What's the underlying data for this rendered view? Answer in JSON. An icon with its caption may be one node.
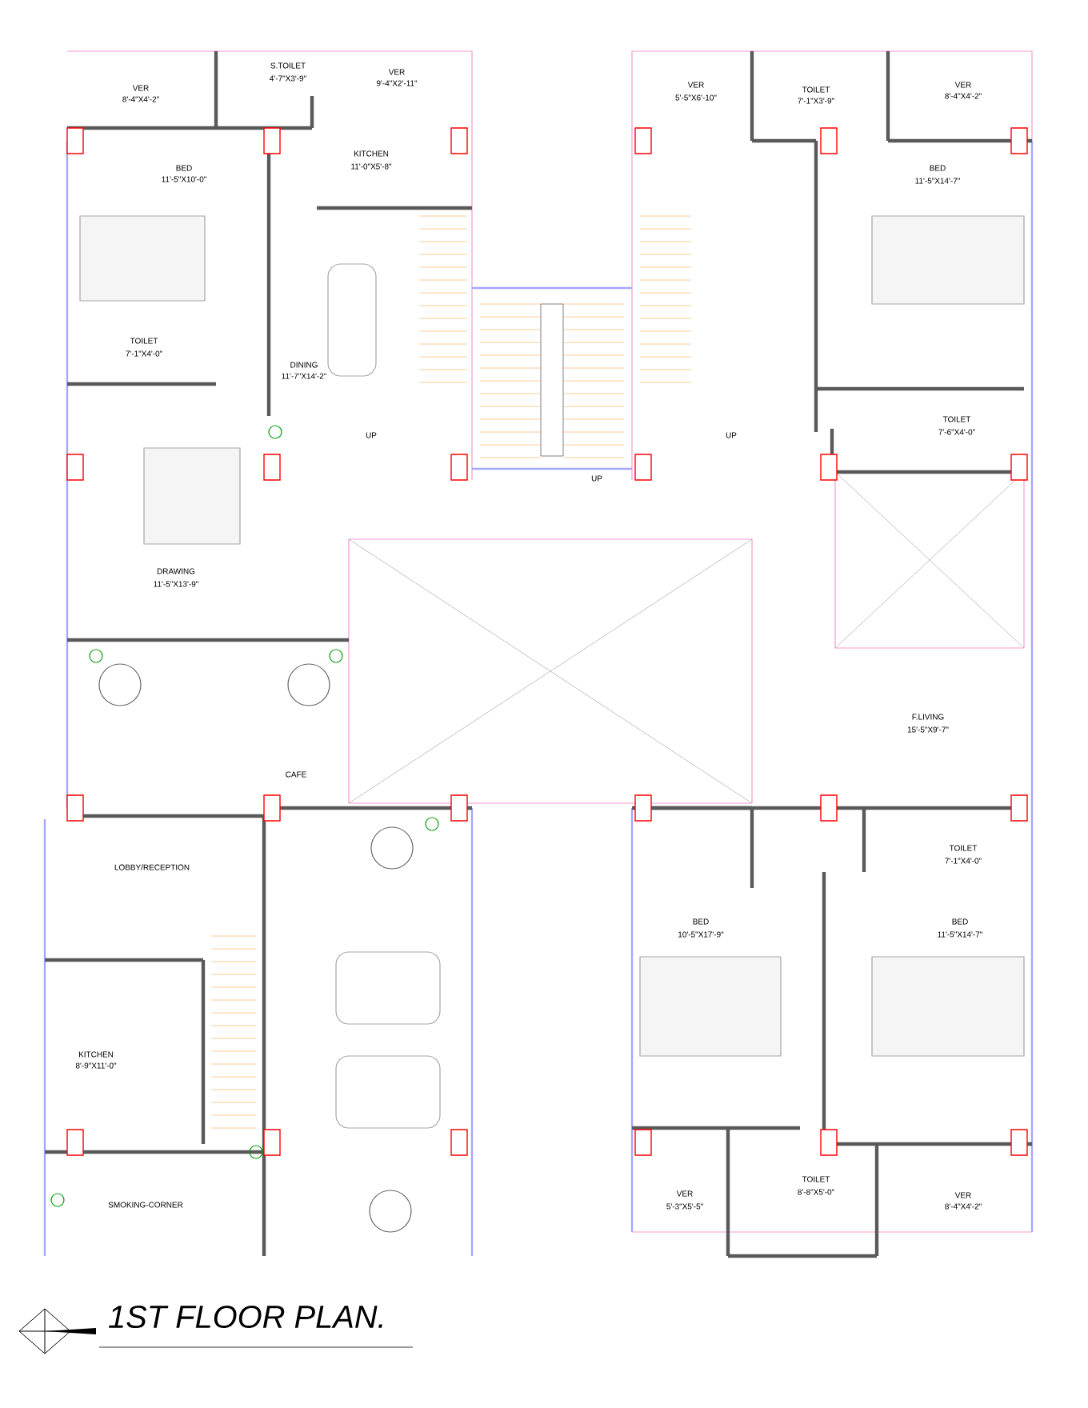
{
  "diagram": {
    "title": "1ST FLOOR PLAN.",
    "labels": [
      "VER",
      "8'-4\"X4'-2\"",
      "S.TOILET",
      "4'-7\"X3'-9\"",
      "VER",
      "9'-4\"X2'-11\"",
      "VER",
      "5'-5\"X6'-10\"",
      "TOILET",
      "7'-1\"X3'-9\"",
      "VER",
      "8'-4\"X4'-2\"",
      "KITCHEN",
      "11'-0\"X5'-8\"",
      "BED",
      "11'-5\"X10'-0\"",
      "BED",
      "11'-5\"X14'-7\"",
      "TOILET",
      "7'-1\"X4'-0\"",
      "DINING",
      "11'-7\"X14'-2\"",
      "TOILET",
      "7'-6\"X4'-0\"",
      "UP",
      "UP",
      "UP",
      "DRAWING",
      "11'-5\"X13'-9\"",
      "F.LIVING",
      "15'-5\"X9'-7\"",
      "CAFE",
      "TOILET",
      "7'-1\"X4'-0\"",
      "LOBBY/RECEPTION",
      "BED",
      "10'-5\"X17'-9\"",
      "BED",
      "11'-5\"X14'-7\"",
      "KITCHEN",
      "8'-9\"X11'-0\"",
      "TOILET",
      "8'-8\"X5'-0\"",
      "SMOKING-CORNER",
      "VER",
      "5'-3\"X5'-5\"",
      "VER",
      "8'-4\"X4'-2\""
    ]
  }
}
